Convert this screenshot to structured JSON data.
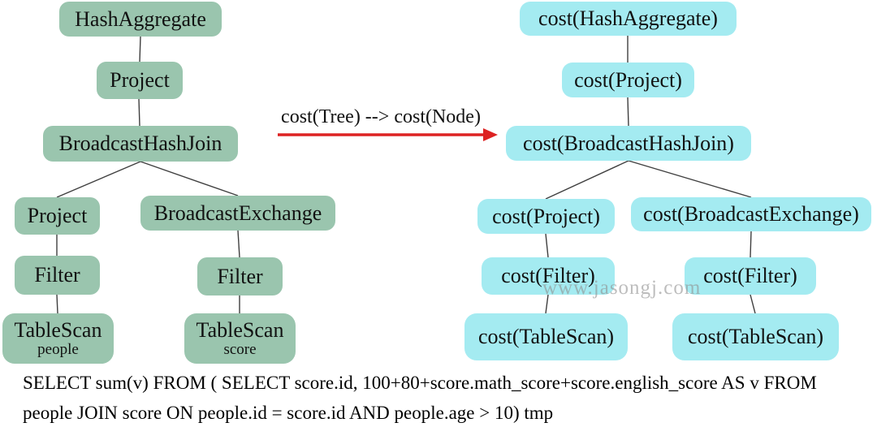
{
  "left_tree": {
    "hash_aggregate": "HashAggregate",
    "project_top": "Project",
    "broadcast_hash_join": "BroadcastHashJoin",
    "project_child": "Project",
    "broadcast_exchange": "BroadcastExchange",
    "filter_left": "Filter",
    "filter_right": "Filter",
    "table_scan_left": "TableScan",
    "table_scan_left_table": "people",
    "table_scan_right": "TableScan",
    "table_scan_right_table": "score"
  },
  "right_tree": {
    "hash_aggregate": "cost(HashAggregate)",
    "project_top": "cost(Project)",
    "broadcast_hash_join": "cost(BroadcastHashJoin)",
    "project_child": "cost(Project)",
    "broadcast_exchange": "cost(BroadcastExchange)",
    "filter_left": "cost(Filter)",
    "filter_right": "cost(Filter)",
    "table_scan_left": "cost(TableScan)",
    "table_scan_right": "cost(TableScan)"
  },
  "transform_label": "cost(Tree) --> cost(Node)",
  "watermark": "www.jasongj.com",
  "sql_line1": "SELECT sum(v) FROM ( SELECT score.id, 100+80+score.math_score+score.english_score AS v FROM",
  "sql_line2": "people JOIN score ON people.id = score.id AND people.age > 10) tmp",
  "colors": {
    "left_node_fill": "#9ac5ae",
    "right_node_fill": "#a4ebf1",
    "edge": "#3f3f3f",
    "arrow": "#dd2222",
    "watermark": "#919191",
    "text": "#111111"
  }
}
